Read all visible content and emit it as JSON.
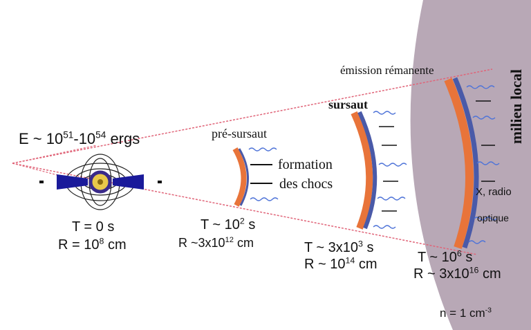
{
  "energy": {
    "prefix": "E ~ 10",
    "exp1": "51",
    "mid": "-10",
    "exp2": "54",
    "unit": " ergs"
  },
  "stages": [
    {
      "t_label": "T = 0 s",
      "r_prefix": "R = 10",
      "r_exp": "8",
      "r_unit": " cm"
    },
    {
      "t_prefix": "T ~ 10",
      "t_exp": "2",
      "t_unit": " s",
      "r_prefix": "R ~3x10",
      "r_exp": "12",
      "r_unit": " cm"
    },
    {
      "t_prefix": "T ~ 3x10",
      "t_exp": "3",
      "t_unit": " s",
      "r_prefix": "R ~ 10",
      "r_exp": "14",
      "r_unit": " cm"
    },
    {
      "t_prefix": "T ~ 10",
      "t_exp": "6",
      "t_unit": " s",
      "r_prefix": "R ~ 3x10",
      "r_exp": "16",
      "r_unit": " cm"
    }
  ],
  "labels": {
    "pre_burst": "pré-sursaut",
    "burst": "sursaut",
    "afterglow": "émission rémanente",
    "shock_formation_1": "formation",
    "shock_formation_2": "des chocs",
    "medium": "milieu local",
    "radio_1": "X, radio",
    "radio_2": "optique",
    "density_prefix": "n = 1 cm",
    "density_exp": "-3"
  },
  "colors": {
    "medium": "#b8a8b6",
    "cone": "#e06478",
    "jet": "#1a1a9a",
    "shell_orange": "#e8743a",
    "shell_blue": "#4a5aa8",
    "wave": "#4f74d8"
  }
}
